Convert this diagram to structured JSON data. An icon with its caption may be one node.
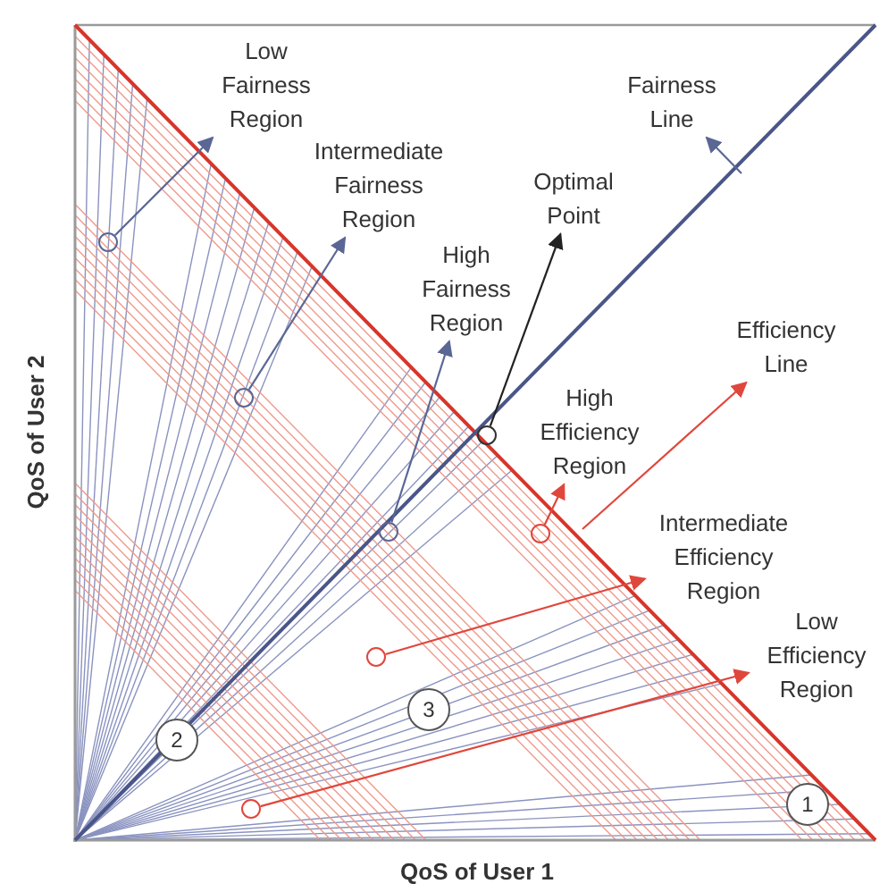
{
  "diagram": {
    "nodes": [
      {
        "text": [
          "Low Fairness Region"
        ]
      },
      {
        "text": [
          "Intermediate Fairness Region"
        ]
      },
      {
        "text": [
          "High Fairness Region"
        ]
      },
      {
        "text": [
          "Optimal Point"
        ]
      },
      {
        "text": [
          "Fairness Line"
        ]
      },
      {
        "text": [
          "Efficiency Line"
        ]
      },
      {
        "text": [
          "High Efficiency Region"
        ]
      },
      {
        "text": [
          "Intermediate Efficiency Region"
        ]
      },
      {
        "text": [
          "Low Efficiency Region"
        ]
      },
      {
        "text": [
          "2"
        ]
      },
      {
        "text": [
          "3"
        ]
      },
      {
        "text": [
          "1"
        ]
      },
      {
        "text": [],
        "shape": "circle"
      },
      {
        "text": [],
        "shape": "circle"
      },
      {
        "text": [],
        "shape": "circle"
      },
      {
        "text": [],
        "shape": "circle"
      },
      {
        "text": [],
        "shape": "circle"
      },
      {
        "text": [],
        "shape": "circle"
      },
      {
        "text": [],
        "shape": "circle"
      }
    ],
    "edges": [
      {
        "from": 12,
        "to": 0,
        "arrow": "to",
        "color": "#5a6795"
      },
      {
        "from": 14,
        "to": 1,
        "arrow": "to",
        "color": "#5a6795"
      },
      {
        "from": 15,
        "to": 2,
        "arrow": "to",
        "color": "#5a6795"
      },
      {
        "from": 13,
        "to": 3,
        "arrow": "to",
        "color": "#222222"
      },
      {
        "from": null,
        "to": 4,
        "arrow": "to",
        "color": "#5a6795"
      },
      {
        "from": null,
        "to": 5,
        "arrow": "to",
        "color": "#e0473c"
      },
      {
        "from": 16,
        "to": 6,
        "arrow": "to",
        "color": "#e0473c"
      },
      {
        "from": 17,
        "to": 7,
        "arrow": "to",
        "color": "#e0473c"
      },
      {
        "from": 18,
        "to": 8,
        "arrow": "to",
        "color": "#e0473c"
      }
    ],
    "labels": [
      "QoS of User 2",
      "QoS of User 1"
    ]
  }
}
